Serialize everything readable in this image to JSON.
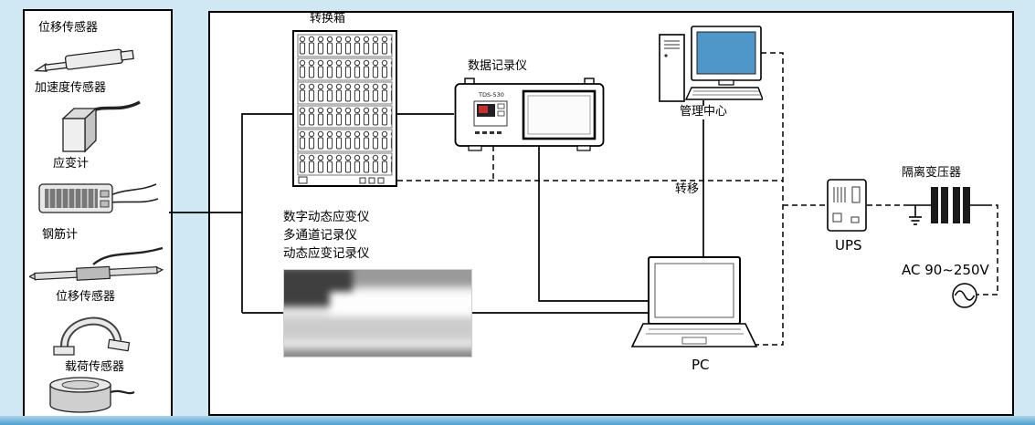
{
  "colors": {
    "background": "#cfe8f4",
    "panel_border": "#000000",
    "monitor_screen": "#4e97c8",
    "recorder_display_red": "#c52f2f",
    "bottom_edge": "#4e9fcf"
  },
  "sensor_panel": {
    "items": [
      {
        "label": "位移传感器",
        "icon": "displacement-sensor-icon"
      },
      {
        "label": "加速度传感器",
        "icon": "acceleration-sensor-icon"
      },
      {
        "label": "应变计",
        "icon": "strain-gauge-icon"
      },
      {
        "label": "钢筋计",
        "icon": "rebar-gauge-icon"
      },
      {
        "label": "位移传感器",
        "icon": "clamp-displacement-sensor-icon"
      },
      {
        "label": "载荷传感器",
        "icon": "load-cell-icon"
      }
    ]
  },
  "system_panel": {
    "converter_box": "转换箱",
    "data_recorder": "数据记录仪",
    "data_recorder_model": "TDS-530",
    "management_center": "管理中心",
    "transfer": "转移",
    "instrument_titles": [
      "数字动态应变仪",
      "多通道记录仪",
      "动态应变记录仪"
    ],
    "pc": "PC",
    "ups": "UPS",
    "isolation_transformer": "隔离变压器",
    "ac_power": "AC 90~250V"
  }
}
